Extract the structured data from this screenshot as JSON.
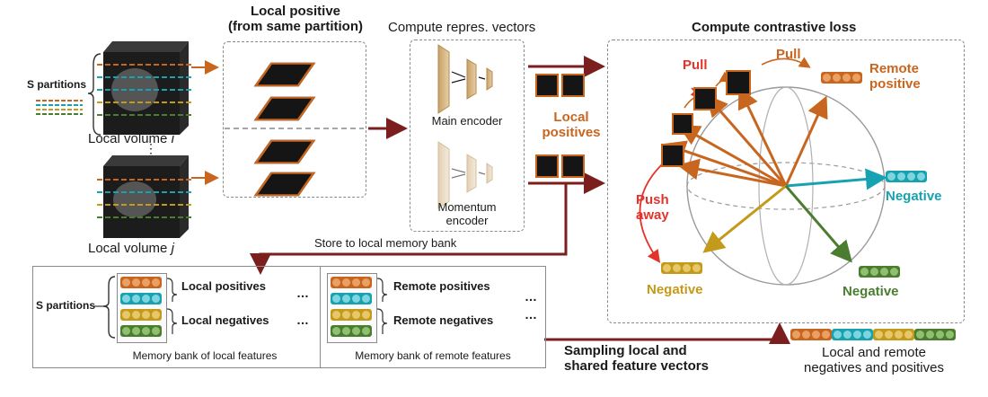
{
  "colors": {
    "orange": "#c8661f",
    "teal": "#17a2b1",
    "gold": "#c49a1a",
    "green": "#4a7d2f",
    "red": "#e2342a",
    "darkred": "#7a1e1e",
    "gray": "#8a8a8a"
  },
  "volumes": {
    "s_partitions": "S partitions",
    "volume_i_prefix": "Local volume ",
    "volume_i_var": "i",
    "volume_j_prefix": "Local volume ",
    "volume_j_var": "j",
    "ellipsis": "⋮"
  },
  "local_positive": {
    "title_line1": "Local positive",
    "title_line2": "(from same partition)"
  },
  "encoders": {
    "title": "Compute repres. vectors",
    "main": "Main encoder",
    "momentum_line1": "Momentum",
    "momentum_line2": "encoder"
  },
  "local_positives_label": {
    "line1": "Local",
    "line2": "positives"
  },
  "contrastive": {
    "title": "Compute contrastive loss",
    "pull_1": "Pull",
    "pull_2": "Pull",
    "remote_positive_line1": "Remote",
    "remote_positive_line2": "positive",
    "push_line1": "Push",
    "push_line2": "away",
    "negative_teal": "Negative",
    "negative_gold": "Negative",
    "negative_green": "Negative"
  },
  "store_label": "Store to local memory bank",
  "memory_local": {
    "s_partitions": "S partitions",
    "local_positives": "Local positives",
    "local_negatives": "Local negatives",
    "dots_1": "…",
    "dots_2": "…",
    "caption": "Memory bank of local features"
  },
  "memory_remote": {
    "remote_positives": "Remote positives",
    "remote_negatives": "Remote negatives",
    "dots_1": "…",
    "dots_2": "…",
    "caption": "Memory bank of remote features"
  },
  "sampling_label": {
    "line1": "Sampling local and",
    "line2": "shared feature vectors"
  },
  "legend": {
    "line1": "Local and remote",
    "line2": "negatives and positives"
  }
}
